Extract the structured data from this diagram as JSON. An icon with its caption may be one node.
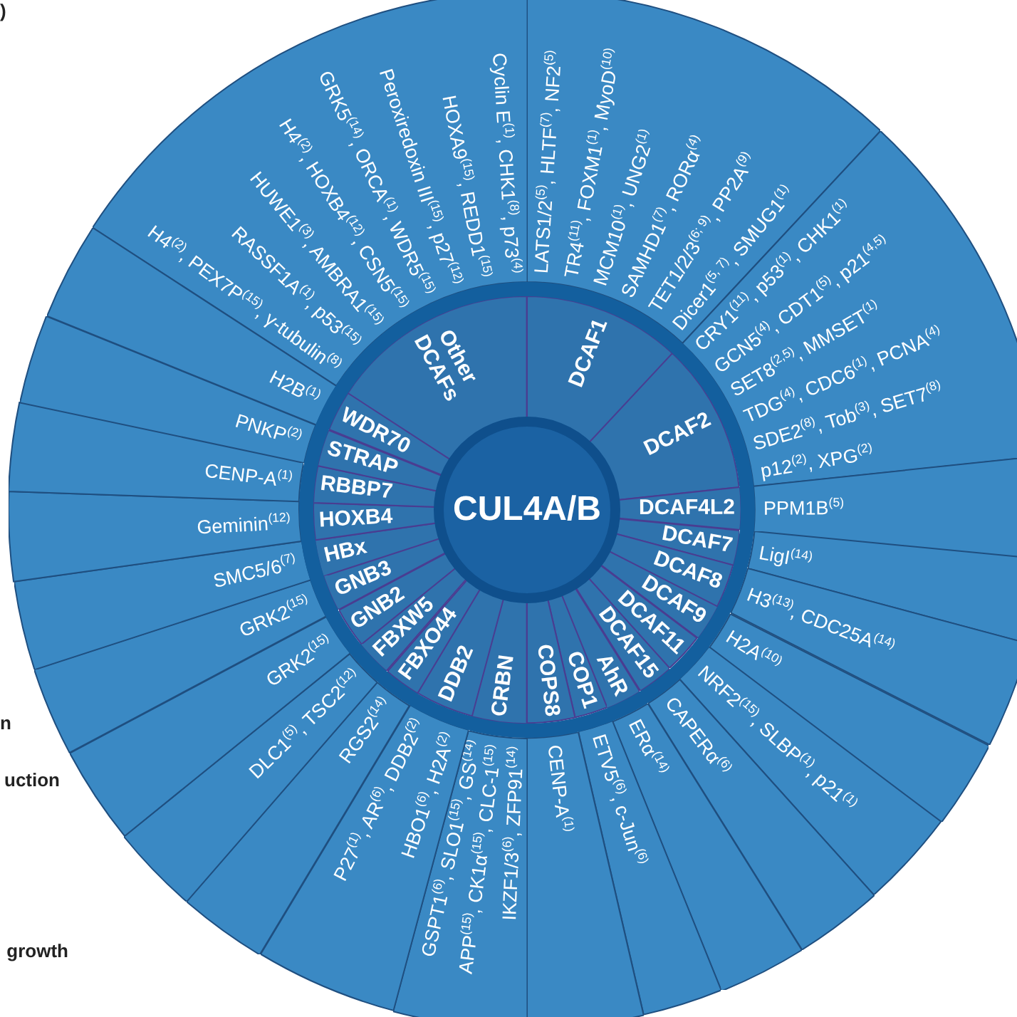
{
  "diagram": {
    "nodes": [
      {
        "text": [
          "CUL4A/B"
        ]
      },
      {
        "text": [
          "Other DCAFs"
        ]
      },
      {
        "text": [
          "H4$^{(2)}$, PEX7P$^{(15)}$, γ-tubulin$^{(8)}$",
          "RASSF1A$^{(1)}$, p53$^{(15)}$",
          "HUWE1$^{(3)}$, AMBRA1$^{(15)}$",
          "H4$^{(2)}$, HOXB4$^{(12)}$, CSN5$^{(15)}$",
          "GRK5$^{(14)}$, ORCA$^{(1)}$, WDR5$^{(15)}$",
          "Peroxiredoxin III$^{(15)}$, p27$^{(12)}$",
          "HOXA9$^{(15)}$, REDD1$^{(15)}$",
          "Cyclin E$^{(1)}$, CHK1$^{(8)}$, p73$^{(4)}$"
        ]
      },
      {
        "text": [
          "DCAF1"
        ]
      },
      {
        "text": [
          "LATS1/2$^{(5)}$, HLTF$^{(7)}$, NF2$^{(5)}$",
          "TR4$^{(11)}$, FOXM1$^{(1)}$, MyoD$^{(10)}$",
          "MCM10$^{(1)}$, UNG2$^{(1)}$",
          "SAMHD1$^{(7)}$, RORα$^{(4)}$",
          "TET1/2/3$^{(6; 9)}$, PP2A$^{(9)}$",
          "Dicer1$^{(5, 7)}$, SMUG1$^{(1)}$"
        ]
      },
      {
        "text": [
          "DCAF2"
        ]
      },
      {
        "text": [
          "CRY1$^{(11)}$, p53$^{(1)}$, CHK1$^{(1)}$",
          "GCN5$^{(4)}$, CDT1$^{(5)}$, p21$^{(4,5)}$",
          "SET8$^{(2,5)}$, MMSET$^{(1)}$",
          "TDG$^{(4)}$, CDC6$^{(1)}$, PCNA$^{(4)}$",
          "SDE2$^{(8)}$, Tob$^{(3)}$, SET7$^{(8)}$",
          "p12$^{(2)}$, XPG$^{(2)}$"
        ]
      },
      {
        "text": [
          "DCAF4L2"
        ]
      },
      {
        "text": [
          "PPM1B$^{(5)}$"
        ]
      },
      {
        "text": [
          "DCAF7"
        ]
      },
      {
        "text": [
          "LigI$^{(14)}$"
        ]
      },
      {
        "text": [
          "DCAF8"
        ]
      },
      {
        "text": [
          "H3$^{(13)}$, CDC25A$^{(14)}$"
        ]
      },
      {
        "text": [
          "DCAF9"
        ]
      },
      {
        "text": [
          "H2A$^{(10)}$"
        ]
      },
      {
        "text": [
          "DCAF11"
        ]
      },
      {
        "text": [
          "NRF2$^{(15)}$, SLBP$^{(1)}$, p21$^{(1)}$"
        ]
      },
      {
        "text": [
          "DCAF15"
        ]
      },
      {
        "text": [
          "CAPERα$^{(6)}$"
        ]
      },
      {
        "text": [
          "AhR"
        ]
      },
      {
        "text": [
          "ERα$^{(14)}$"
        ]
      },
      {
        "text": [
          "COP1"
        ]
      },
      {
        "text": [
          "ETV5$^{(6)}$, c-Jun$^{(6)}$"
        ]
      },
      {
        "text": [
          "COPS8"
        ]
      },
      {
        "text": [
          "CENP-A$^{(1)}$"
        ]
      },
      {
        "text": [
          "CRBN"
        ]
      },
      {
        "text": [
          "GSPT1$^{(6)}$, SLO1$^{(15)}$, GS$^{(14)}$",
          "APP$^{(15)}$, CK1α$^{(15)}$, CLC-1$^{(15)}$",
          "IKZF1/3$^{(6)}$, ZFP91$^{(14)}$"
        ]
      },
      {
        "text": [
          "DDB2"
        ]
      },
      {
        "text": [
          "P27$^{(1)}$, AR$^{(6)}$, DDB2$^{(2)}$",
          "HBO1$^{(6)}$, H2A$^{(2)}$"
        ]
      },
      {
        "text": [
          "FBXO44"
        ]
      },
      {
        "text": [
          "RGS2$^{(14)}$"
        ]
      },
      {
        "text": [
          "FBXW5"
        ]
      },
      {
        "text": [
          "DLC1$^{(5)}$, TSC2$^{(12)}$"
        ]
      },
      {
        "text": [
          "GNB2"
        ]
      },
      {
        "text": [
          "GRK2$^{(15)}$"
        ]
      },
      {
        "text": [
          "GNB3"
        ]
      },
      {
        "text": [
          "GRK2$^{(15)}$"
        ]
      },
      {
        "text": [
          "HBx"
        ]
      },
      {
        "text": [
          "SMC5/6$^{(7)}$"
        ]
      },
      {
        "text": [
          "HOXB4"
        ]
      },
      {
        "text": [
          "Geminin$^{(12)}$"
        ]
      },
      {
        "text": [
          "RBBP7"
        ]
      },
      {
        "text": [
          "CENP-A$^{(1)}$"
        ]
      },
      {
        "text": [
          "STRAP"
        ]
      },
      {
        "text": [
          "PNKP$^{(2)}$"
        ]
      },
      {
        "text": [
          "WDR70"
        ]
      },
      {
        "text": [
          "H2B$^{(1)}$"
        ]
      }
    ],
    "labels": [
      ")",
      "n",
      "uction",
      "growth"
    ]
  }
}
